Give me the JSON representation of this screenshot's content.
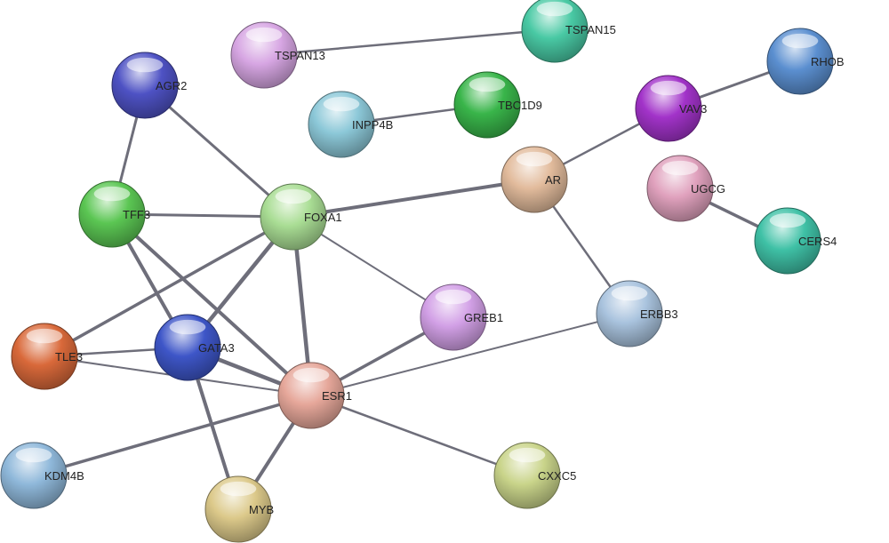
{
  "network": {
    "nodes": [
      {
        "id": "TSPAN13",
        "label": "TSPAN13",
        "color": "#d7a6e3"
      },
      {
        "id": "TSPAN15",
        "label": "TSPAN15",
        "color": "#49c9a4"
      },
      {
        "id": "AGR2",
        "label": "AGR2",
        "color": "#4e52c4"
      },
      {
        "id": "RHOB",
        "label": "RHOB",
        "color": "#5b8fd0"
      },
      {
        "id": "INPP4B",
        "label": "INPP4B",
        "color": "#8cc8d8"
      },
      {
        "id": "TBC1D9",
        "label": "TBC1D9",
        "color": "#39b54a"
      },
      {
        "id": "VAV3",
        "label": "VAV3",
        "color": "#a233c9"
      },
      {
        "id": "AR",
        "label": "AR",
        "color": "#e2bb9c"
      },
      {
        "id": "UGCG",
        "label": "UGCG",
        "color": "#e0a1bd"
      },
      {
        "id": "TFF3",
        "label": "TFF3",
        "color": "#5bc653"
      },
      {
        "id": "FOXA1",
        "label": "FOXA1",
        "color": "#a9dd94"
      },
      {
        "id": "CERS4",
        "label": "CERS4",
        "color": "#3fc1a6"
      },
      {
        "id": "GREB1",
        "label": "GREB1",
        "color": "#d2a0e6"
      },
      {
        "id": "ERBB3",
        "label": "ERBB3",
        "color": "#a9c3de"
      },
      {
        "id": "TLE3",
        "label": "TLE3",
        "color": "#d9693a"
      },
      {
        "id": "GATA3",
        "label": "GATA3",
        "color": "#3e56c8"
      },
      {
        "id": "ESR1",
        "label": "ESR1",
        "color": "#e6a79a"
      },
      {
        "id": "KDM4B",
        "label": "KDM4B",
        "color": "#8fb8da"
      },
      {
        "id": "CXXC5",
        "label": "CXXC5",
        "color": "#c9d48a"
      },
      {
        "id": "MYB",
        "label": "MYB",
        "color": "#dcc98a"
      }
    ],
    "edges": [
      [
        "TSPAN13",
        "TSPAN15"
      ],
      [
        "INPP4B",
        "TBC1D9"
      ],
      [
        "VAV3",
        "RHOB"
      ],
      [
        "AR",
        "VAV3"
      ],
      [
        "UGCG",
        "CERS4"
      ],
      [
        "AGR2",
        "TFF3"
      ],
      [
        "AGR2",
        "FOXA1"
      ],
      [
        "TFF3",
        "FOXA1"
      ],
      [
        "TFF3",
        "GATA3"
      ],
      [
        "TFF3",
        "ESR1"
      ],
      [
        "FOXA1",
        "AR"
      ],
      [
        "FOXA1",
        "GREB1"
      ],
      [
        "FOXA1",
        "ESR1"
      ],
      [
        "FOXA1",
        "GATA3"
      ],
      [
        "FOXA1",
        "TLE3"
      ],
      [
        "AR",
        "ERBB3"
      ],
      [
        "GREB1",
        "ESR1"
      ],
      [
        "ERBB3",
        "ESR1"
      ],
      [
        "TLE3",
        "GATA3"
      ],
      [
        "TLE3",
        "ESR1"
      ],
      [
        "GATA3",
        "ESR1"
      ],
      [
        "GATA3",
        "MYB"
      ],
      [
        "ESR1",
        "KDM4B"
      ],
      [
        "ESR1",
        "CXXC5"
      ],
      [
        "ESR1",
        "MYB"
      ]
    ]
  }
}
